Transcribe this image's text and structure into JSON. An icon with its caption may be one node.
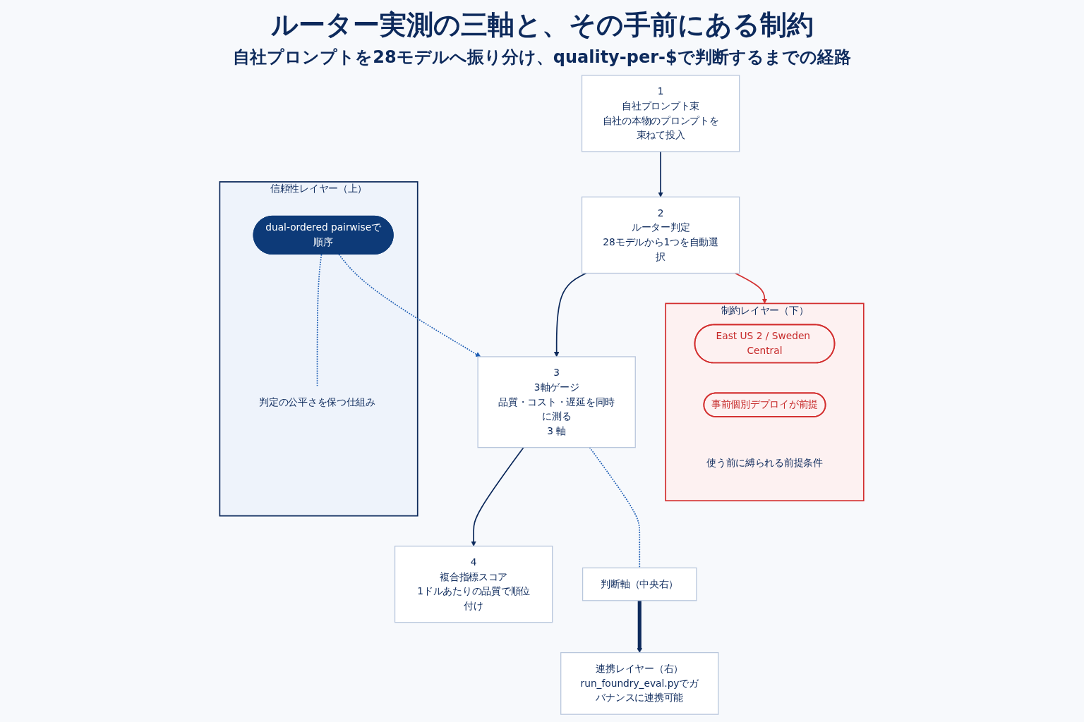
{
  "diagram": {
    "title": "ルーター実測の三軸と、その手前にある制約",
    "nodes": [
      {
        "text": [
          "信頼性レイヤー（上）"
        ]
      },
      {
        "text": [
          "dual-ordered pairwiseで順序"
        ],
        "in": 0
      },
      {
        "text": [
          "判定の公平さを保つ仕組み"
        ],
        "in": 0
      },
      {
        "text": [
          "1",
          "自社プロンプト束",
          "自社の本物のプロンプトを束ねて投入"
        ]
      },
      {
        "text": [
          "2",
          "ルーター判定",
          "28モデルから1つを自動選択"
        ]
      },
      {
        "text": [
          "3",
          "3軸ゲージ",
          "品質・コスト・遅延を同時に測る",
          "3 軸"
        ]
      },
      {
        "text": [
          "4",
          "複合指標スコア",
          "1ドルあたりの品質で順位付け"
        ]
      },
      {
        "text": [
          "判断軸（中央右）"
        ]
      },
      {
        "text": [
          "連携レイヤー（右）",
          "run_foundry_eval.pyでガバナンスに連携可能"
        ]
      },
      {
        "text": [
          "制約レイヤー（下）"
        ]
      },
      {
        "text": [
          "East US 2 / Sweden Central"
        ],
        "in": 9
      },
      {
        "text": [
          "事前個別デプロイが前提"
        ],
        "in": 9
      },
      {
        "text": [
          "使う前に縛られる前提条件"
        ],
        "in": 9
      }
    ],
    "edges": [
      {
        "from": 1,
        "to": 2,
        "arrow": "none",
        "style": "dashed"
      },
      {
        "from": 3,
        "to": 4,
        "arrow": "to"
      },
      {
        "from": 4,
        "to": 5,
        "arrow": "to"
      },
      {
        "from": 5,
        "to": 6,
        "arrow": "to"
      },
      {
        "from": 1,
        "to": 5,
        "arrow": "to",
        "style": "dashed"
      },
      {
        "from": 5,
        "to": 7,
        "arrow": "none",
        "style": "dashed"
      },
      {
        "from": 7,
        "to": 8,
        "arrow": "to",
        "style": "thick"
      },
      {
        "from": 4,
        "to": 9,
        "arrow": "to",
        "color": "#d32f2f"
      }
    ],
    "labels": [
      "自社プロンプトを28モデルへ振り分け、quality-per-$で判断するまでの経路"
    ]
  }
}
